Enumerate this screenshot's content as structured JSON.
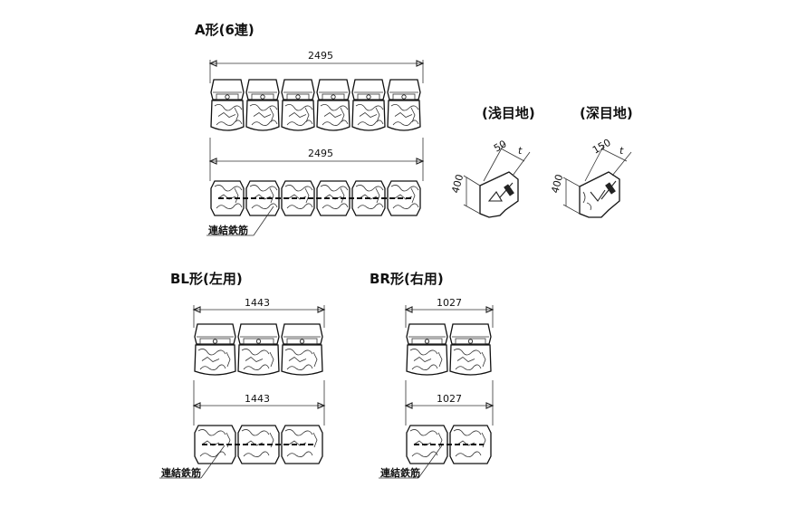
{
  "sections": {
    "a_type": {
      "title": "A形(6連)",
      "top_dim": "2495",
      "bottom_dim": "2495",
      "rebar_note": "連結鉄筋",
      "units": 6
    },
    "bl_type": {
      "title": "BL形(左用)",
      "top_dim": "1443",
      "bottom_dim": "1443",
      "rebar_note": "連結鉄筋",
      "units": 3
    },
    "br_type": {
      "title": "BR形(右用)",
      "top_dim": "1027",
      "bottom_dim": "1027",
      "rebar_note": "連結鉄筋",
      "units": 2
    },
    "shallow_joint": {
      "title": "(浅目地)",
      "depth": "50",
      "t": "t",
      "height": "400"
    },
    "deep_joint": {
      "title": "(深目地)",
      "depth": "150",
      "t": "t",
      "height": "400"
    }
  }
}
